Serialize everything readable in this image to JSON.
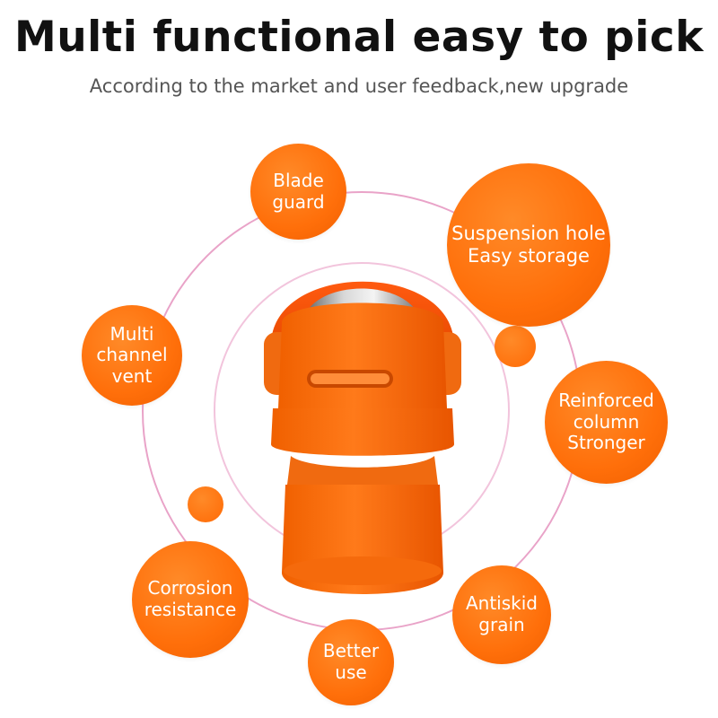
{
  "header": {
    "title": "Multi functional easy to pick",
    "subtitle": "According to the market and user feedback,new upgrade"
  },
  "features": [
    {
      "id": "blade-guard",
      "lines": [
        "Blade",
        "guard"
      ]
    },
    {
      "id": "suspension-hole",
      "lines": [
        "Suspension hole",
        "Easy storage"
      ]
    },
    {
      "id": "multi-channel-vent",
      "lines": [
        "Multi",
        "channel",
        "vent"
      ]
    },
    {
      "id": "reinforced-column",
      "lines": [
        "Reinforced",
        "column",
        "Stronger"
      ]
    },
    {
      "id": "corrosion-resistance",
      "lines": [
        "Corrosion",
        "resistance"
      ]
    },
    {
      "id": "antiskid-grain",
      "lines": [
        "Antiskid",
        "grain"
      ]
    },
    {
      "id": "better-use",
      "lines": [
        "Better",
        "use"
      ]
    }
  ],
  "colors": {
    "accent": "#ff6f0a",
    "ring_outer": "#e9a3c8",
    "ring_inner": "#f2c4dc",
    "title": "#111111",
    "subtitle": "#555555"
  },
  "icons": {
    "product": "thumb-knife-product-illustration"
  }
}
